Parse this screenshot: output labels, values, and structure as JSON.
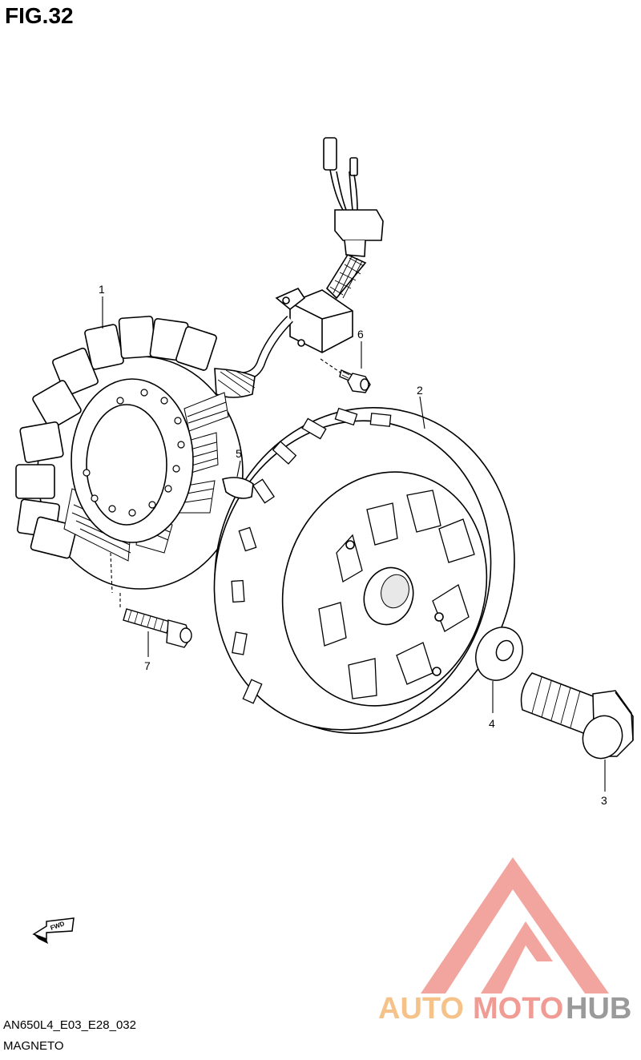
{
  "figure": {
    "title": "FIG.32",
    "model_code": "AN650L4_E03_E28_032",
    "name": "MAGNETO"
  },
  "callouts": [
    "1",
    "2",
    "3",
    "4",
    "5",
    "6",
    "7"
  ],
  "direction_marker": {
    "label": "FWD",
    "icon": "fwd-arrow-icon"
  },
  "watermark": {
    "parts": [
      "AUTO",
      "MOTO",
      "HUB"
    ],
    "colors": {
      "triangle": "#f19b95",
      "auto": "#f5c28a",
      "moto": "#f19b95",
      "hub": "#9a9a9a"
    }
  }
}
